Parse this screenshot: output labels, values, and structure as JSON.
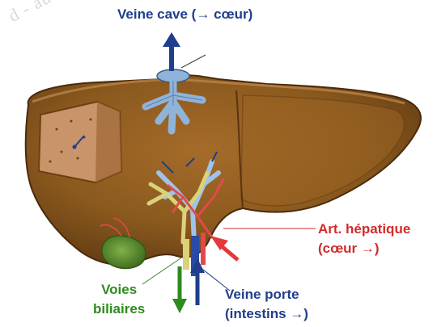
{
  "labels": {
    "veine_cave": "Veine cave (→ cœur)",
    "artere_line1": "Art. hépatique",
    "artere_line2": "(cœur →)",
    "voies_line1": "Voies",
    "voies_line2": "biliaires",
    "porte_line1": "Veine porte",
    "porte_line2": "(intestins →)"
  },
  "watermark": "d - au",
  "colors": {
    "vein": "#1f3e8c",
    "artery": "#d42a2a",
    "bile": "#2e8b1e",
    "liver": "#8b5a1e",
    "liver_dark": "#5a3410"
  }
}
